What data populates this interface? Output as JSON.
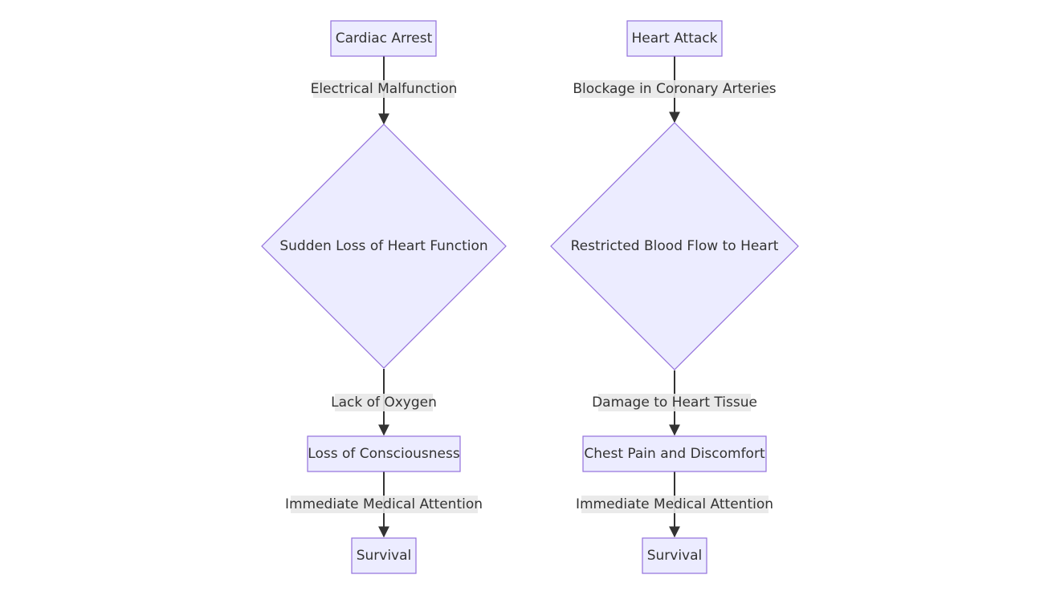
{
  "left_flow": {
    "start": "Cardiac Arrest",
    "edge1": "Electrical Malfunction",
    "decision": "Sudden Loss of Heart Function",
    "edge2": "Lack of Oxygen",
    "step": "Loss of Consciousness",
    "edge3": "Immediate Medical Attention",
    "end": "Survival"
  },
  "right_flow": {
    "start": "Heart Attack",
    "edge1": "Blockage in Coronary Arteries",
    "decision": "Restricted Blood Flow to Heart",
    "edge2": "Damage to Heart Tissue",
    "step": "Chest Pain and Discomfort",
    "edge3": "Immediate Medical Attention",
    "end": "Survival"
  },
  "colors": {
    "node_fill": "#ECECFF",
    "node_stroke": "#9370DB",
    "edge": "#333333",
    "label_bg": "#e8e8e8"
  }
}
